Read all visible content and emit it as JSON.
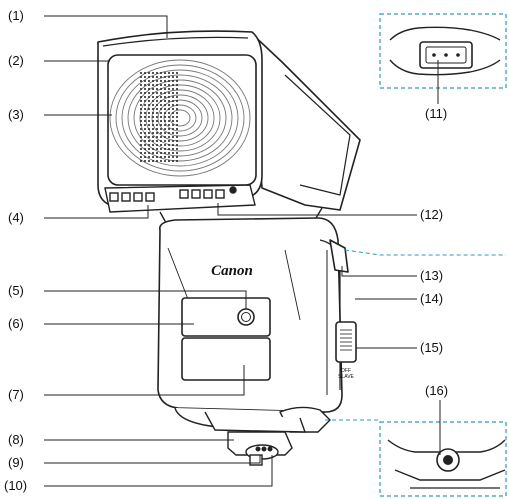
{
  "brand": "Canon",
  "switch_text": "SLAVE\nOFF",
  "labels": {
    "l1": "(1)",
    "l2": "(2)",
    "l3": "(3)",
    "l4": "(4)",
    "l5": "(5)",
    "l6": "(6)",
    "l7": "(7)",
    "l8": "(8)",
    "l9": "(9)",
    "l10": "(10)",
    "l11": "(11)",
    "l12": "(12)",
    "l13": "(13)",
    "l14": "(14)",
    "l15": "(15)",
    "l16": "(16)"
  },
  "colors": {
    "line": "#222222",
    "inset_border": "#2a9bbd",
    "fresnel": "#777777"
  }
}
